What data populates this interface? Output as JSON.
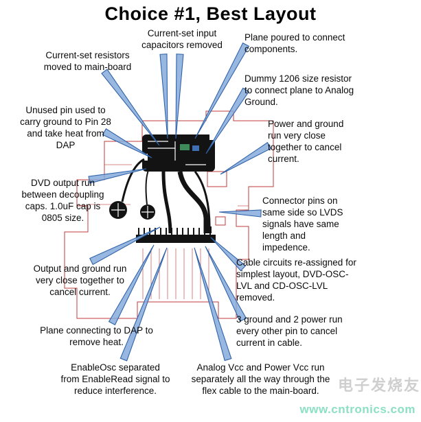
{
  "title": "Choice #1, Best Layout",
  "colors": {
    "arrow_fill": "#86abdc",
    "arrow_stroke": "#2f62a8",
    "board_outline": "#c23b3b",
    "copper": "#131313",
    "watermark_green": "#8ce0c4",
    "watermark_gray": "#b0b0b0"
  },
  "watermark": {
    "site": "www.cntronics.com",
    "logo_text": "电子发烧友"
  },
  "annotations": [
    {
      "id": "current-set-capacitors",
      "text": "Current-set input capacitors removed"
    },
    {
      "id": "plane-poured",
      "text": "Plane poured to connect components."
    },
    {
      "id": "current-set-resistors",
      "text": "Current-set resistors moved to main-board"
    },
    {
      "id": "dummy-resistor",
      "text": "Dummy 1206 size resistor to connect plane to Analog Ground."
    },
    {
      "id": "unused-pin",
      "text": "Unused pin used to carry ground to Pin 28 and take heat from DAP"
    },
    {
      "id": "power-ground-close",
      "text": "Power and ground run very close together to cancel current."
    },
    {
      "id": "dvd-output",
      "text": "DVD output run between decoupling caps. 1.0uF cap is 0805 size."
    },
    {
      "id": "connector-pins",
      "text": "Connector pins on same side so LVDS signals have same length and impedence."
    },
    {
      "id": "output-ground-close",
      "text": "Output and ground run very close together to cancel current."
    },
    {
      "id": "cable-circuits",
      "text": "Cable circuits re-assigned for simplest layout, DVD-OSC-LVL and CD-OSC-LVL removed."
    },
    {
      "id": "plane-dap",
      "text": "Plane connecting to DAP to remove heat."
    },
    {
      "id": "ground-power-cable",
      "text": "3 ground and 2 power run every other pin to cancel current in cable."
    },
    {
      "id": "enableosc",
      "text": "EnableOsc separated from EnableRead signal to reduce interference."
    },
    {
      "id": "analog-power-vcc",
      "text": "Analog Vcc and Power Vcc run separately all the way through the flex cable to the main-board."
    }
  ]
}
